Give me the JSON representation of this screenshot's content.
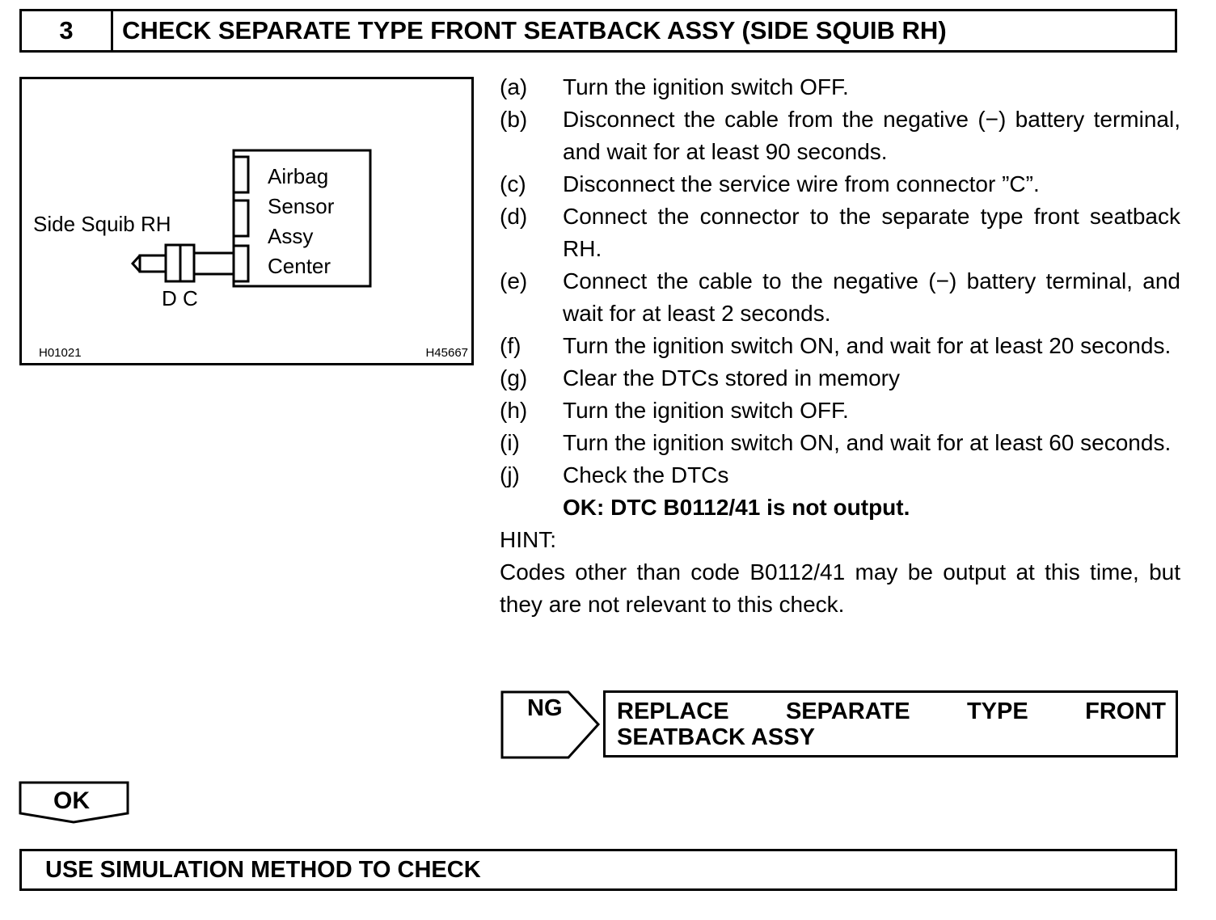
{
  "header": {
    "step_number": "3",
    "title": "CHECK SEPARATE TYPE FRONT SEATBACK ASSY (SIDE SQUIB RH)"
  },
  "figure": {
    "left_label": "Side Squib RH",
    "box_label_lines": [
      "Airbag",
      "Sensor",
      "Assy",
      "Center"
    ],
    "connector_labels": "D C",
    "code_left": "H01021",
    "code_right": "H45667"
  },
  "steps": [
    {
      "label": "(a)",
      "text": "Turn the ignition switch OFF."
    },
    {
      "label": "(b)",
      "text": "Disconnect the cable from the negative (−) battery terminal, and wait for at least 90 seconds."
    },
    {
      "label": "(c)",
      "text": "Disconnect the service wire from connector ”C”."
    },
    {
      "label": "(d)",
      "text": "Connect the connector to the separate type front seatback RH."
    },
    {
      "label": "(e)",
      "text": "Connect the cable to the negative (−) battery terminal, and wait for at least 2 seconds."
    },
    {
      "label": "(f)",
      "text": "Turn the ignition switch ON, and wait for at least 20 seconds."
    },
    {
      "label": "(g)",
      "text": "Clear the DTCs stored in memory"
    },
    {
      "label": "(h)",
      "text": "Turn the ignition switch OFF."
    },
    {
      "label": "(i)",
      "text": "Turn the ignition switch ON, and wait for at least 60 seconds."
    },
    {
      "label": "(j)",
      "text": "Check the DTCs"
    }
  ],
  "ok_result": "OK: DTC B0112/41 is not output.",
  "hint": {
    "label": "HINT:",
    "text": "Codes other than code B0112/41 may be output at this time, but they are not relevant to this check."
  },
  "ng": {
    "label": "NG",
    "action_words_line1": [
      "REPLACE",
      "SEPARATE",
      "TYPE",
      "FRONT"
    ],
    "action_line2": "SEATBACK ASSY"
  },
  "ok_branch": {
    "label": "OK"
  },
  "next_step": {
    "title": "USE SIMULATION METHOD TO CHECK"
  }
}
